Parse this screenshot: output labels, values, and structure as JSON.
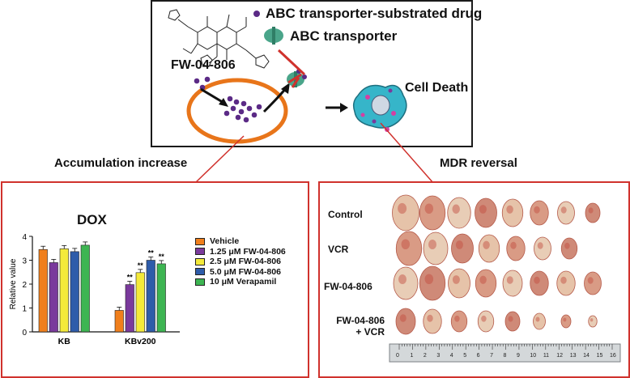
{
  "mechanism": {
    "compound_label": "FW-04-806",
    "legend_drug": "ABC transporter-substrated drug",
    "legend_transporter": "ABC transporter",
    "outcome_label": "Cell Death",
    "colors": {
      "drug_dot": "#5b2a86",
      "cell_ring": "#e8751a",
      "transporter": "#4aa58a",
      "inhibit": "#d0322d"
    }
  },
  "sections": {
    "left_title": "Accumulation increase",
    "right_title": "MDR reversal"
  },
  "chart_data": {
    "type": "bar",
    "title": "DOX",
    "ylabel": "Relative value",
    "xlabel": "",
    "ylim": [
      0,
      4
    ],
    "yticks": [
      "0",
      "1",
      "2",
      "3",
      "4"
    ],
    "categories": [
      "KB",
      "KBv200"
    ],
    "series": [
      {
        "name": "Vehicle",
        "color": "#f07f1c",
        "values": [
          3.45,
          0.9
        ],
        "sig": [
          "",
          ""
        ]
      },
      {
        "name": "1.25 μM FW-04-806",
        "color": "#7a3a9c",
        "values": [
          2.9,
          1.98
        ],
        "sig": [
          "",
          "**"
        ]
      },
      {
        "name": "2.5 μM FW-04-806",
        "color": "#f4ea3a",
        "values": [
          3.48,
          2.48
        ],
        "sig": [
          "",
          "**"
        ]
      },
      {
        "name": "5.0 μM FW-04-806",
        "color": "#2e5caa",
        "values": [
          3.36,
          3.0
        ],
        "sig": [
          "",
          "**"
        ]
      },
      {
        "name": "10 μM Verapamil",
        "color": "#3db552",
        "values": [
          3.63,
          2.85
        ],
        "sig": [
          "",
          "**"
        ]
      }
    ]
  },
  "tumor_panel": {
    "rows": [
      {
        "label": "Control",
        "count": 8
      },
      {
        "label": "VCR",
        "count": 7
      },
      {
        "label": "FW-04-806",
        "count": 8
      },
      {
        "label": "FW-04-806\n+ VCR",
        "count": 8
      }
    ],
    "ruler_numbers": [
      "1",
      "2",
      "3",
      "4",
      "5",
      "6",
      "7",
      "8",
      "9",
      "10",
      "11",
      "12",
      "13",
      "14",
      "15",
      "16"
    ],
    "ruler_prefix": "0"
  }
}
